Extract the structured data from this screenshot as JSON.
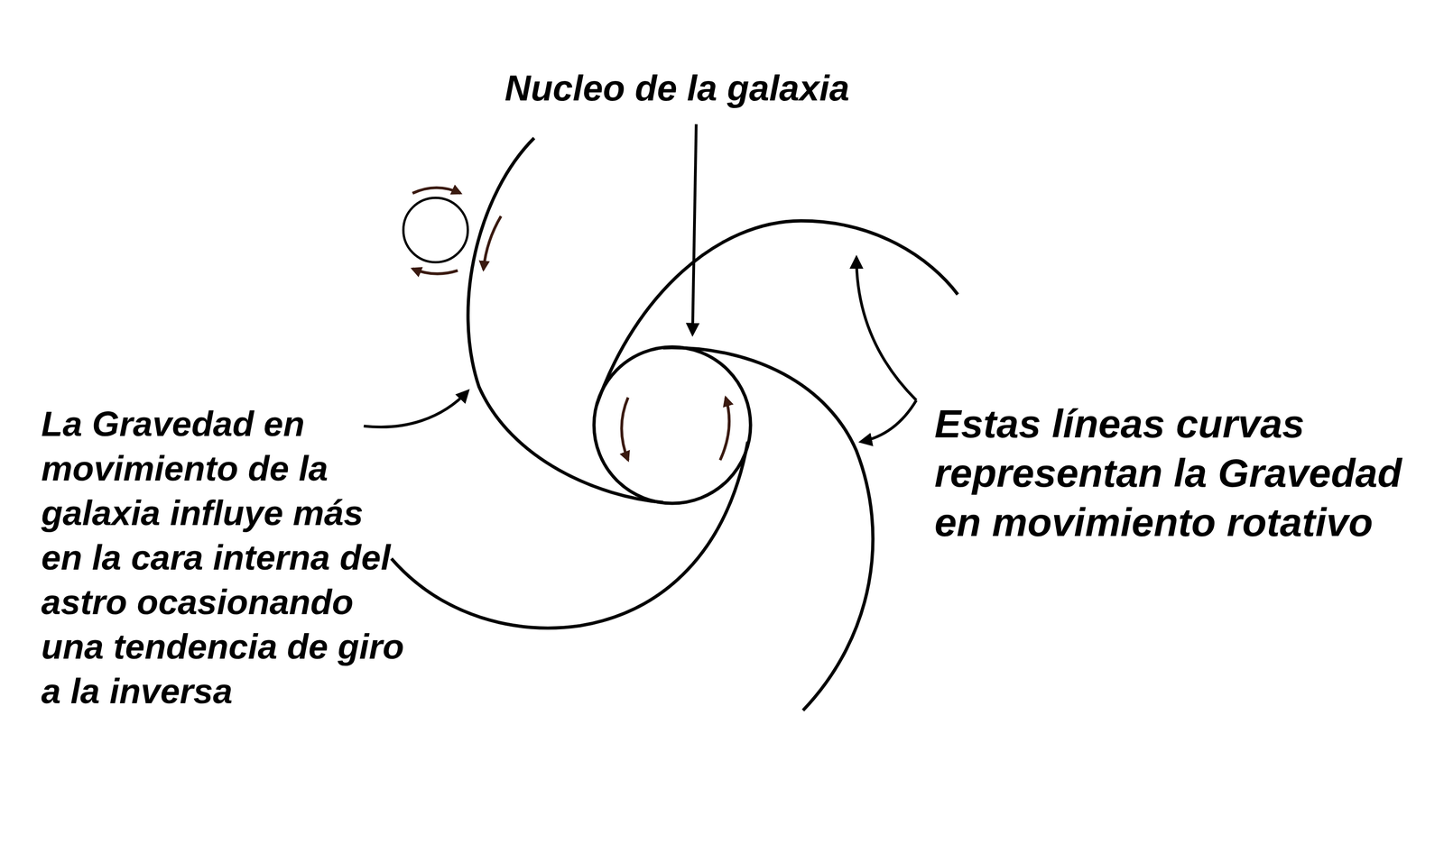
{
  "diagram": {
    "labels": [
      "Nucleo de la galaxia",
      "La Gravedad en movimiento de la galaxia influye más en la cara interna del astro ocasionando una tendencia de giro a la inversa",
      "Estas líneas curvas representan la Gravedad en movimiento rotativo"
    ]
  }
}
